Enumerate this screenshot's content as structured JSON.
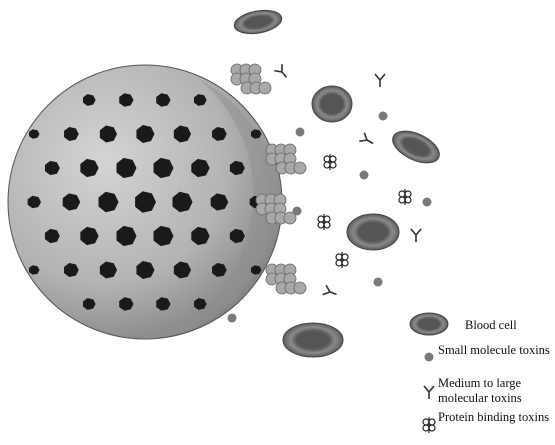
{
  "legend": {
    "blood_cell": "Blood cell",
    "small_molecule": "Small molecule toxins",
    "medium_large": "Medium to large molecular toxins",
    "protein_binding": "Protein binding toxins"
  },
  "colors": {
    "sphere_light": "#bdbdbd",
    "sphere_dark": "#8a8a8a",
    "pore": "#1a1a1a",
    "blood_cell": "#6e6e6e",
    "small_toxin": "#7a7a7a"
  }
}
